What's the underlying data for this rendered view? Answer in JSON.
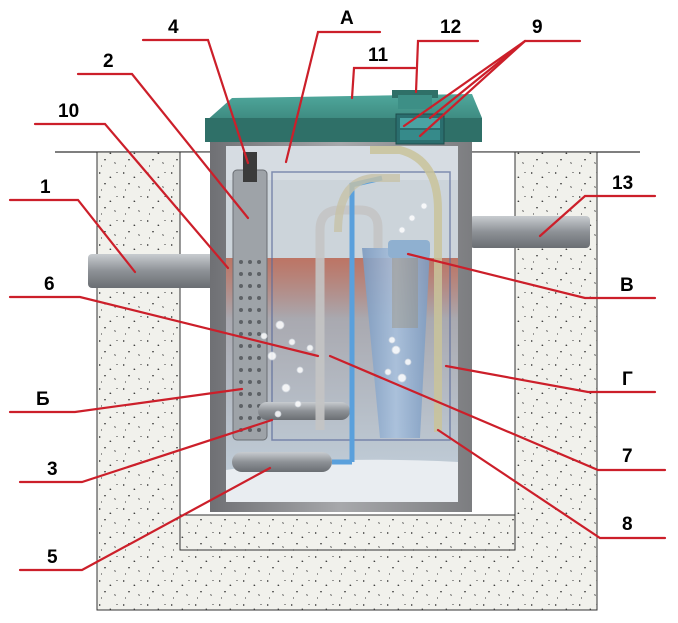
{
  "colors": {
    "leader_line": "#cc1f2a",
    "lid": "#3d8f86",
    "tank_body": "#8e8e92",
    "water": "#b9c8d6",
    "sludge_zone": "#b8624e",
    "soil": "#f1f1ec",
    "pipe": "#9a9ea3",
    "airlift": "#5aa0dc"
  },
  "labels": {
    "l1": "1",
    "l2": "2",
    "l3": "3",
    "l4": "4",
    "l5": "5",
    "l6": "6",
    "l7": "7",
    "l8": "8",
    "l9": "9",
    "l10": "10",
    "l11": "11",
    "l12": "12",
    "l13": "13",
    "lA": "А",
    "lB": "Б",
    "lV": "В",
    "lG": "Г"
  }
}
